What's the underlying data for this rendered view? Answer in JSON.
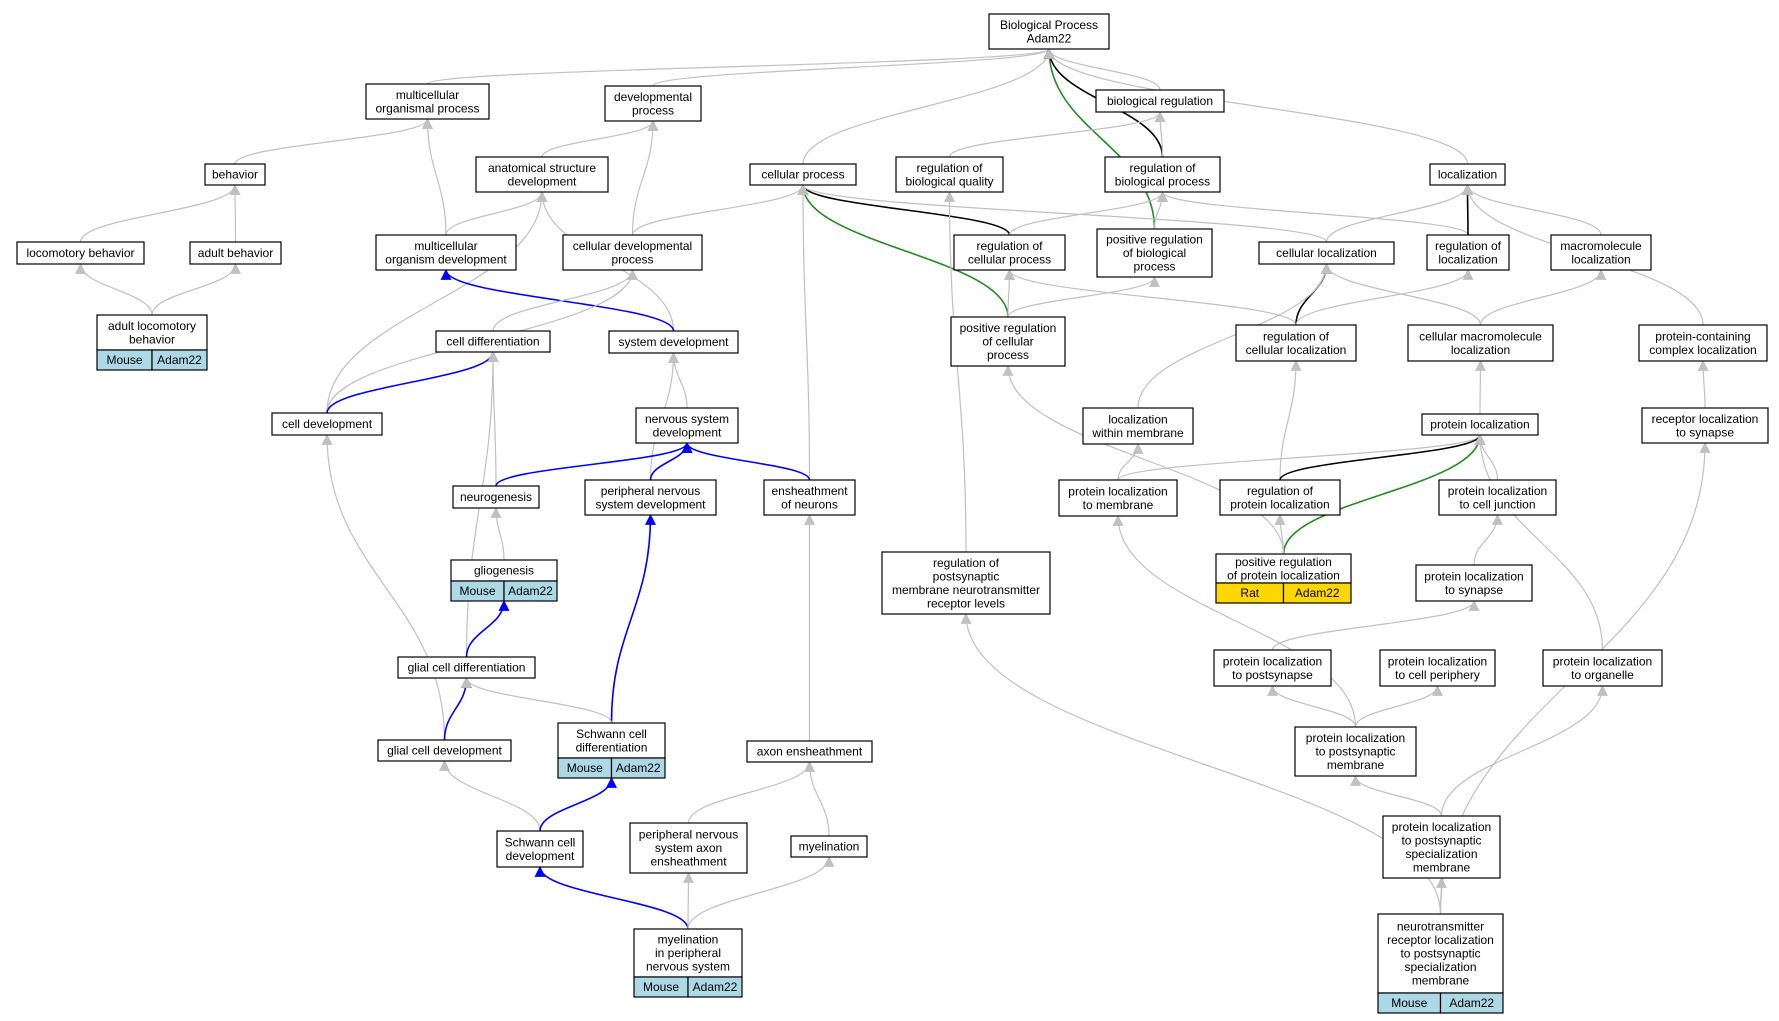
{
  "graph": {
    "colors": {
      "gray": "#c0c0c0",
      "black": "#000000",
      "blue": "#0000ff",
      "green": "#228b22",
      "mouse": "#add8e6",
      "rat": "#ffd700"
    },
    "nodes": [
      {
        "id": "bp",
        "lines": [
          "Biological Process",
          "Adam22"
        ]
      },
      {
        "id": "mop",
        "lines": [
          "multicellular",
          "organismal process"
        ]
      },
      {
        "id": "dp",
        "lines": [
          "developmental",
          "process"
        ]
      },
      {
        "id": "br",
        "lines": [
          "biological regulation"
        ]
      },
      {
        "id": "beh",
        "lines": [
          "behavior"
        ]
      },
      {
        "id": "asd",
        "lines": [
          "anatomical structure",
          "development"
        ]
      },
      {
        "id": "cp",
        "lines": [
          "cellular process"
        ]
      },
      {
        "id": "rbq",
        "lines": [
          "regulation of",
          "biological quality"
        ]
      },
      {
        "id": "rbp",
        "lines": [
          "regulation of",
          "biological process"
        ]
      },
      {
        "id": "loc",
        "lines": [
          "localization"
        ]
      },
      {
        "id": "lb",
        "lines": [
          "locomotory behavior"
        ]
      },
      {
        "id": "ab",
        "lines": [
          "adult behavior"
        ]
      },
      {
        "id": "mod",
        "lines": [
          "multicellular",
          "organism development"
        ]
      },
      {
        "id": "cdp",
        "lines": [
          "cellular developmental",
          "process"
        ]
      },
      {
        "id": "rcp",
        "lines": [
          "regulation of",
          "cellular process"
        ]
      },
      {
        "id": "prbp",
        "lines": [
          "positive regulation",
          "of biological",
          "process"
        ]
      },
      {
        "id": "cl",
        "lines": [
          "cellular localization"
        ]
      },
      {
        "id": "rl",
        "lines": [
          "regulation of",
          "localization"
        ]
      },
      {
        "id": "ml",
        "lines": [
          "macromolecule",
          "localization"
        ]
      },
      {
        "id": "alb",
        "lines": [
          "adult locomotory",
          "behavior"
        ],
        "tags": [
          {
            "text": "Mouse",
            "kind": "mouse"
          },
          {
            "text": "Adam22",
            "kind": "mouse"
          }
        ]
      },
      {
        "id": "cdiff",
        "lines": [
          "cell differentiation"
        ]
      },
      {
        "id": "sd",
        "lines": [
          "system development"
        ]
      },
      {
        "id": "prcp",
        "lines": [
          "positive regulation",
          "of cellular",
          "process"
        ]
      },
      {
        "id": "rcl",
        "lines": [
          "regulation of",
          "cellular localization"
        ]
      },
      {
        "id": "cml",
        "lines": [
          "cellular macromolecule",
          "localization"
        ]
      },
      {
        "id": "pcl",
        "lines": [
          "protein-containing",
          "complex localization"
        ]
      },
      {
        "id": "cdev",
        "lines": [
          "cell development"
        ]
      },
      {
        "id": "nsd",
        "lines": [
          "nervous system",
          "development"
        ]
      },
      {
        "id": "lwm",
        "lines": [
          "localization",
          "within membrane"
        ]
      },
      {
        "id": "pl",
        "lines": [
          "protein localization"
        ]
      },
      {
        "id": "rls",
        "lines": [
          "receptor localization",
          "to synapse"
        ]
      },
      {
        "id": "ng",
        "lines": [
          "neurogenesis"
        ]
      },
      {
        "id": "pnsd",
        "lines": [
          "peripheral nervous",
          "system development"
        ]
      },
      {
        "id": "eon",
        "lines": [
          "ensheathment",
          "of neurons"
        ]
      },
      {
        "id": "pltm",
        "lines": [
          "protein localization",
          "to membrane"
        ]
      },
      {
        "id": "rpl",
        "lines": [
          "regulation of",
          "protein localization"
        ]
      },
      {
        "id": "pltcj",
        "lines": [
          "protein localization",
          "to cell junction"
        ]
      },
      {
        "id": "rpmnrl",
        "lines": [
          "regulation of",
          "postsynaptic",
          "membrane neurotransmitter",
          "receptor levels"
        ]
      },
      {
        "id": "glio",
        "lines": [
          "gliogenesis"
        ],
        "tags": [
          {
            "text": "Mouse",
            "kind": "mouse"
          },
          {
            "text": "Adam22",
            "kind": "mouse"
          }
        ]
      },
      {
        "id": "prpl",
        "lines": [
          "positive regulation",
          "of protein localization"
        ],
        "tags": [
          {
            "text": "Rat",
            "kind": "rat"
          },
          {
            "text": "Adam22",
            "kind": "rat"
          }
        ]
      },
      {
        "id": "plts",
        "lines": [
          "protein localization",
          "to synapse"
        ]
      },
      {
        "id": "gcdiff",
        "lines": [
          "glial cell differentiation"
        ]
      },
      {
        "id": "pltps",
        "lines": [
          "protein localization",
          "to postsynapse"
        ]
      },
      {
        "id": "pltcp",
        "lines": [
          "protein localization",
          "to cell periphery"
        ]
      },
      {
        "id": "plto",
        "lines": [
          "protein localization",
          "to organelle"
        ]
      },
      {
        "id": "gcdev",
        "lines": [
          "glial cell development"
        ]
      },
      {
        "id": "scdiff",
        "lines": [
          "Schwann cell",
          "differentiation"
        ],
        "tags": [
          {
            "text": "Mouse",
            "kind": "mouse"
          },
          {
            "text": "Adam22",
            "kind": "mouse"
          }
        ]
      },
      {
        "id": "ae",
        "lines": [
          "axon ensheathment"
        ]
      },
      {
        "id": "pltpm",
        "lines": [
          "protein localization",
          "to postsynaptic",
          "membrane"
        ]
      },
      {
        "id": "scdev",
        "lines": [
          "Schwann cell",
          "development"
        ]
      },
      {
        "id": "pnsae",
        "lines": [
          "peripheral nervous",
          "system axon",
          "ensheathment"
        ]
      },
      {
        "id": "myel",
        "lines": [
          "myelination"
        ]
      },
      {
        "id": "pltpsm",
        "lines": [
          "protein localization",
          "to postsynaptic",
          "specialization",
          "membrane"
        ]
      },
      {
        "id": "mipns",
        "lines": [
          "myelination",
          "in peripheral",
          "nervous system"
        ],
        "tags": [
          {
            "text": "Mouse",
            "kind": "mouse"
          },
          {
            "text": "Adam22",
            "kind": "mouse"
          }
        ]
      },
      {
        "id": "nrl",
        "lines": [
          "neurotransmitter",
          "receptor localization",
          "to postsynaptic",
          "specialization",
          "membrane"
        ],
        "tags": [
          {
            "text": "Mouse",
            "kind": "mouse"
          },
          {
            "text": "Adam22",
            "kind": "mouse"
          }
        ]
      }
    ],
    "edges": [
      {
        "from": "mop",
        "to": "bp",
        "c": "gray"
      },
      {
        "from": "dp",
        "to": "bp",
        "c": "gray"
      },
      {
        "from": "br",
        "to": "bp",
        "c": "gray"
      },
      {
        "from": "cp",
        "to": "bp",
        "c": "gray"
      },
      {
        "from": "prbp",
        "to": "bp",
        "c": "green"
      },
      {
        "from": "rbp",
        "to": "bp",
        "c": "black"
      },
      {
        "from": "loc",
        "to": "bp",
        "c": "gray"
      },
      {
        "from": "beh",
        "to": "mop",
        "c": "gray"
      },
      {
        "from": "mod",
        "to": "mop",
        "c": "gray"
      },
      {
        "from": "asd",
        "to": "dp",
        "c": "gray"
      },
      {
        "from": "cdp",
        "to": "dp",
        "c": "gray"
      },
      {
        "from": "rbq",
        "to": "br",
        "c": "gray"
      },
      {
        "from": "rbp",
        "to": "br",
        "c": "gray"
      },
      {
        "from": "lb",
        "to": "beh",
        "c": "gray"
      },
      {
        "from": "ab",
        "to": "beh",
        "c": "gray"
      },
      {
        "from": "alb",
        "to": "lb",
        "c": "gray"
      },
      {
        "from": "alb",
        "to": "ab",
        "c": "gray"
      },
      {
        "from": "mod",
        "to": "asd",
        "c": "gray"
      },
      {
        "from": "cdev",
        "to": "asd",
        "c": "gray"
      },
      {
        "from": "sd",
        "to": "asd",
        "c": "gray"
      },
      {
        "from": "cdp",
        "to": "cp",
        "c": "gray"
      },
      {
        "from": "rcp",
        "to": "cp",
        "c": "black"
      },
      {
        "from": "prcp",
        "to": "cp",
        "c": "green"
      },
      {
        "from": "cl",
        "to": "cp",
        "c": "gray"
      },
      {
        "from": "eon",
        "to": "cp",
        "c": "gray"
      },
      {
        "from": "rcp",
        "to": "rbp",
        "c": "gray"
      },
      {
        "from": "prbp",
        "to": "rbp",
        "c": "gray"
      },
      {
        "from": "rl",
        "to": "rbp",
        "c": "gray"
      },
      {
        "from": "cl",
        "to": "loc",
        "c": "gray"
      },
      {
        "from": "rl",
        "to": "loc",
        "c": "black"
      },
      {
        "from": "ml",
        "to": "loc",
        "c": "gray"
      },
      {
        "from": "pcl",
        "to": "loc",
        "c": "gray"
      },
      {
        "from": "sd",
        "to": "mod",
        "c": "blue"
      },
      {
        "from": "cdiff",
        "to": "cdp",
        "c": "gray"
      },
      {
        "from": "cdev",
        "to": "cdp",
        "c": "gray"
      },
      {
        "from": "prcp",
        "to": "rcp",
        "c": "gray"
      },
      {
        "from": "rcl",
        "to": "rcp",
        "c": "gray"
      },
      {
        "from": "prcp",
        "to": "prbp",
        "c": "gray"
      },
      {
        "from": "rcl",
        "to": "cl",
        "c": "black"
      },
      {
        "from": "cml",
        "to": "cl",
        "c": "gray"
      },
      {
        "from": "lwm",
        "to": "cl",
        "c": "gray"
      },
      {
        "from": "rcl",
        "to": "rl",
        "c": "gray"
      },
      {
        "from": "cml",
        "to": "ml",
        "c": "gray"
      },
      {
        "from": "cdev",
        "to": "cdiff",
        "c": "blue"
      },
      {
        "from": "ng",
        "to": "cdiff",
        "c": "gray"
      },
      {
        "from": "gcdiff",
        "to": "cdiff",
        "c": "gray"
      },
      {
        "from": "nsd",
        "to": "sd",
        "c": "gray"
      },
      {
        "from": "pnsd",
        "to": "sd",
        "c": "gray"
      },
      {
        "from": "prpl",
        "to": "prcp",
        "c": "gray"
      },
      {
        "from": "rpl",
        "to": "rcl",
        "c": "gray"
      },
      {
        "from": "pl",
        "to": "cml",
        "c": "gray"
      },
      {
        "from": "rls",
        "to": "pcl",
        "c": "gray"
      },
      {
        "from": "gcdev",
        "to": "cdev",
        "c": "gray"
      },
      {
        "from": "ng",
        "to": "nsd",
        "c": "blue"
      },
      {
        "from": "pnsd",
        "to": "nsd",
        "c": "blue"
      },
      {
        "from": "eon",
        "to": "nsd",
        "c": "blue"
      },
      {
        "from": "pltm",
        "to": "lwm",
        "c": "gray"
      },
      {
        "from": "pltm",
        "to": "pl",
        "c": "gray"
      },
      {
        "from": "rpl",
        "to": "pl",
        "c": "black"
      },
      {
        "from": "prpl",
        "to": "pl",
        "c": "green"
      },
      {
        "from": "pltcj",
        "to": "pl",
        "c": "gray"
      },
      {
        "from": "plto",
        "to": "pl",
        "c": "gray"
      },
      {
        "from": "nrl",
        "to": "rls",
        "c": "gray"
      },
      {
        "from": "glio",
        "to": "ng",
        "c": "gray"
      },
      {
        "from": "scdiff",
        "to": "pnsd",
        "c": "blue"
      },
      {
        "from": "ae",
        "to": "eon",
        "c": "gray"
      },
      {
        "from": "pltpm",
        "to": "pltm",
        "c": "gray"
      },
      {
        "from": "prpl",
        "to": "rpl",
        "c": "gray"
      },
      {
        "from": "plts",
        "to": "pltcj",
        "c": "gray"
      },
      {
        "from": "nrl",
        "to": "rpmnrl",
        "c": "gray"
      },
      {
        "from": "rpmnrl",
        "to": "rbq",
        "c": "gray"
      },
      {
        "from": "gcdiff",
        "to": "glio",
        "c": "blue"
      },
      {
        "from": "pltps",
        "to": "plts",
        "c": "gray"
      },
      {
        "from": "pltpm",
        "to": "pltps",
        "c": "gray"
      },
      {
        "from": "pltpm",
        "to": "pltcp",
        "c": "gray"
      },
      {
        "from": "pltpsm",
        "to": "plto",
        "c": "gray"
      },
      {
        "from": "gcdev",
        "to": "gcdiff",
        "c": "blue"
      },
      {
        "from": "scdiff",
        "to": "gcdiff",
        "c": "gray"
      },
      {
        "from": "scdev",
        "to": "gcdev",
        "c": "gray"
      },
      {
        "from": "scdev",
        "to": "scdiff",
        "c": "blue"
      },
      {
        "from": "pnsae",
        "to": "ae",
        "c": "gray"
      },
      {
        "from": "myel",
        "to": "ae",
        "c": "gray"
      },
      {
        "from": "pltpsm",
        "to": "pltpm",
        "c": "gray"
      },
      {
        "from": "mipns",
        "to": "scdev",
        "c": "blue"
      },
      {
        "from": "mipns",
        "to": "pnsae",
        "c": "gray"
      },
      {
        "from": "mipns",
        "to": "myel",
        "c": "gray"
      },
      {
        "from": "nrl",
        "to": "pltpsm",
        "c": "gray"
      }
    ]
  }
}
